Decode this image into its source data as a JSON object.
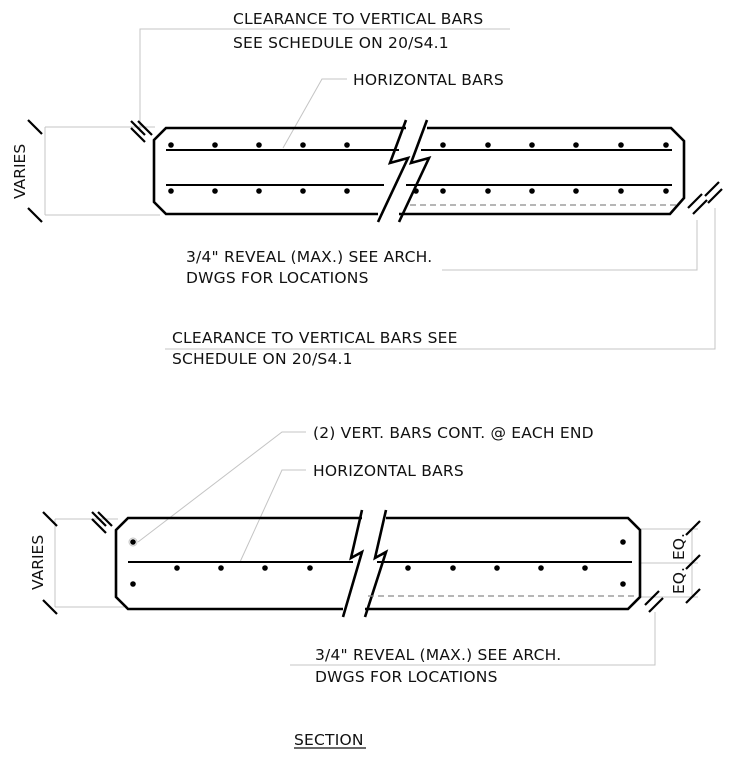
{
  "section_a": {
    "clearance_top_line1": "CLEARANCE TO VERTICAL BARS",
    "clearance_top_line2": "SEE SCHEDULE ON 20/S4.1",
    "horizontal_bars": "HORIZONTAL BARS",
    "varies": "VARIES",
    "reveal_line1": "3/4\" REVEAL (MAX.) SEE ARCH.",
    "reveal_line2": "DWGS FOR LOCATIONS",
    "clearance_bottom_line1": "CLEARANCE TO VERTICAL BARS SEE",
    "clearance_bottom_line2": "SCHEDULE ON 20/S4.1"
  },
  "section_b": {
    "vert_bars": "(2) VERT. BARS CONT. @ EACH END",
    "horizontal_bars": "HORIZONTAL BARS",
    "varies": "VARIES",
    "eq_upper": "EQ.",
    "eq_lower": "EQ.",
    "reveal_line1": "3/4\" REVEAL (MAX.) SEE ARCH.",
    "reveal_line2": "DWGS FOR LOCATIONS"
  },
  "title": "SECTION"
}
